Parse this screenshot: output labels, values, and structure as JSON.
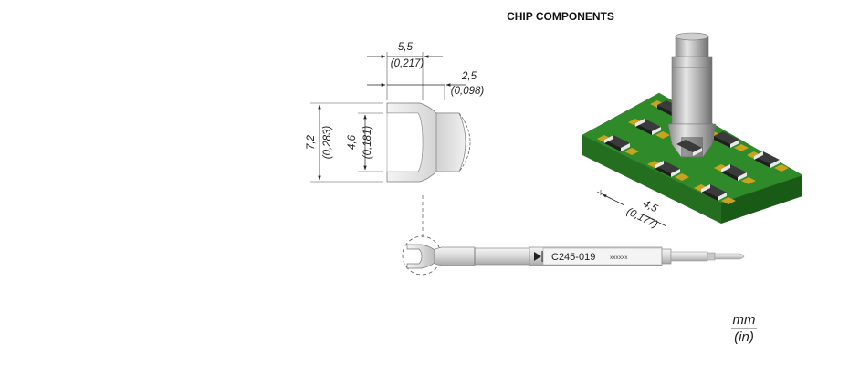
{
  "title": "CHIP COMPONENTS",
  "dimensions": {
    "width_mm": "5,5",
    "width_in": "(0,217)",
    "depth_mm": "2,5",
    "depth_in": "(0,098)",
    "height_mm": "7,2",
    "height_in": "(0,283)",
    "slot_mm": "4,6",
    "slot_in": "(0,181)",
    "board_mm": "4,5",
    "board_in": "(0,177)"
  },
  "cartridge": {
    "model": "C245-019",
    "serial": "xxxxxx"
  },
  "units": {
    "primary": "mm",
    "secondary": "(in)"
  },
  "colors": {
    "pcb_top": "#2f8a2a",
    "pcb_side": "#1f6a1c",
    "pad": "#c9a21e",
    "chip_body": "#3a3a3a",
    "chip_end": "#e8e8e8",
    "tip_metal": "#b8b8b8"
  },
  "icons": [
    "arrow-marker-icon"
  ]
}
